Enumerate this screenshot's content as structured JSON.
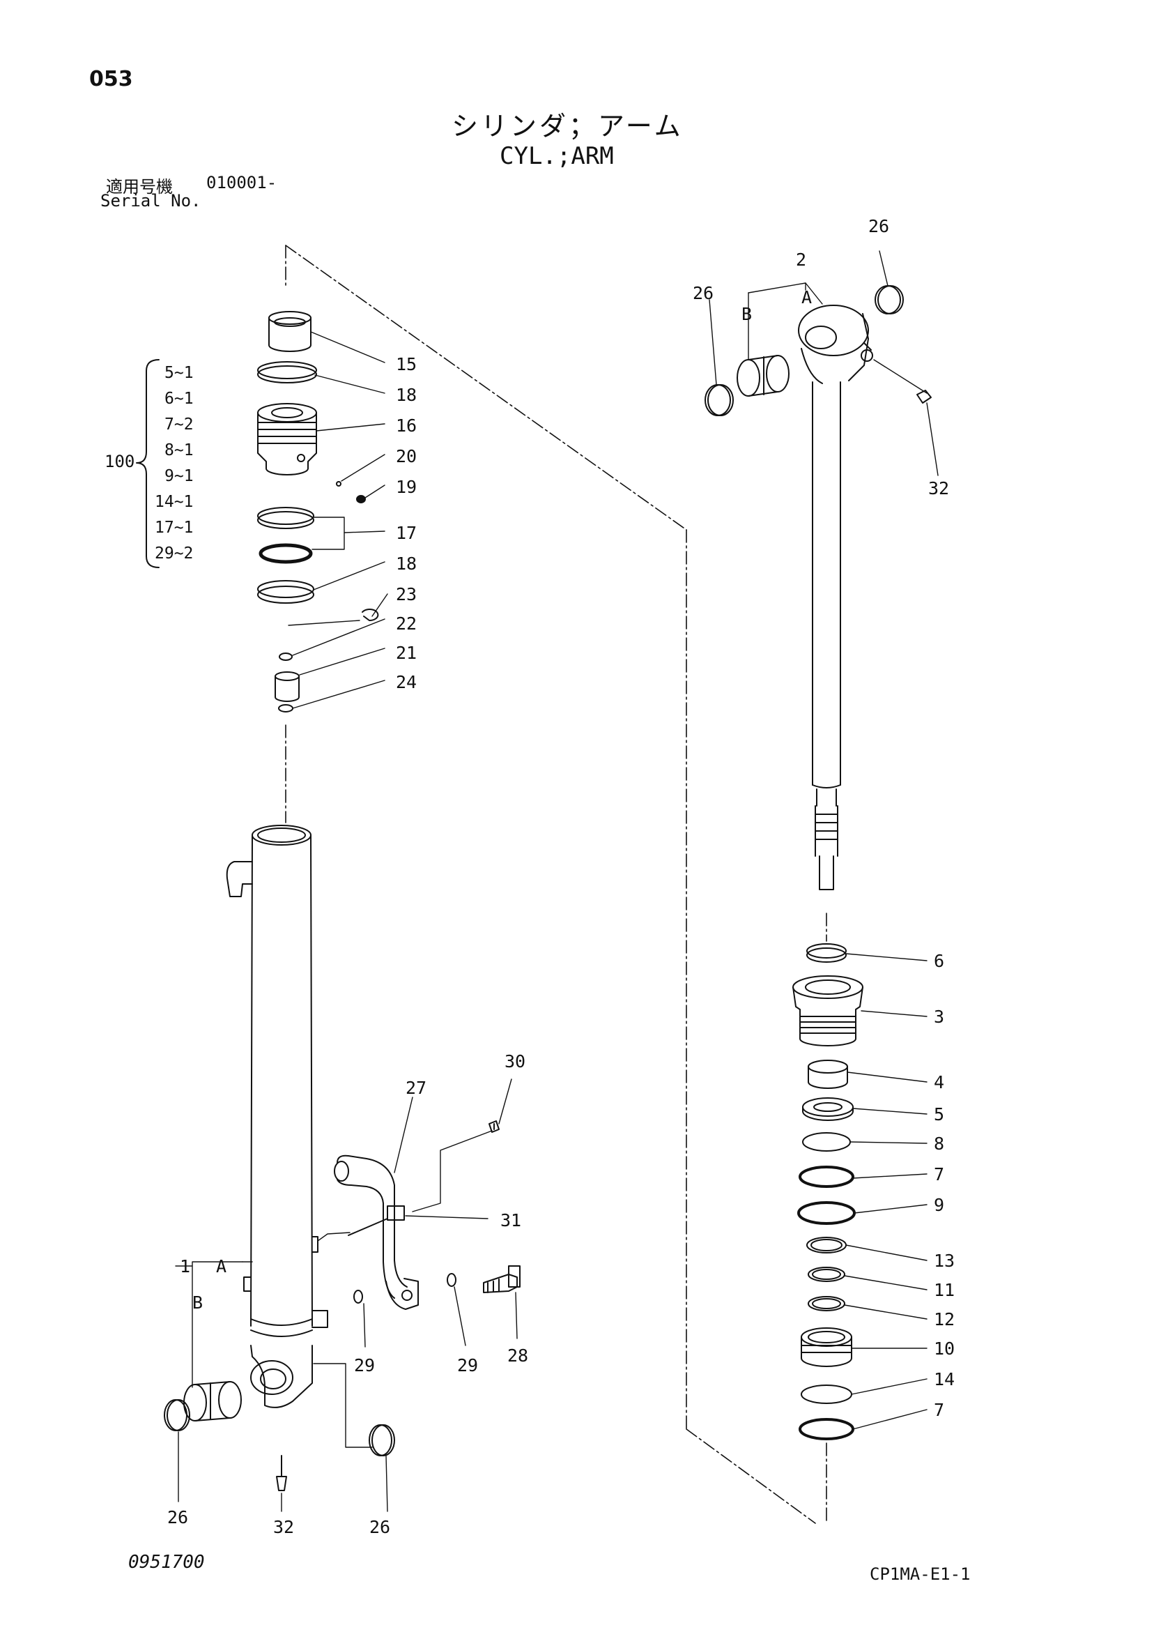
{
  "header": {
    "page_number": "053",
    "title_jp": "シリンダ；アーム",
    "title_en": "CYL.;ARM",
    "serial_label_jp": "適用号機",
    "serial_value": "010001-",
    "serial_label_en": "Serial No."
  },
  "kit": {
    "label": "100",
    "items": [
      "5~1",
      "6~1",
      "7~2",
      "8~1",
      "9~1",
      "14~1",
      "17~1",
      "29~2"
    ]
  },
  "left_callouts": {
    "c15": "15",
    "c18a": "18",
    "c16": "16",
    "c20": "20",
    "c19": "19",
    "c17": "17",
    "c18b": "18",
    "c23": "23",
    "c22": "22",
    "c21": "21",
    "c24": "24",
    "c30": "30",
    "c27": "27",
    "c31": "31",
    "c1": "1",
    "c1a": "A",
    "c1b": "B",
    "c29a": "29",
    "c29b": "29",
    "c28": "28",
    "c26a": "26",
    "c32a": "32",
    "c26b": "26"
  },
  "right_callouts": {
    "c26c": "26",
    "c2": "2",
    "c2a": "A",
    "c2b": "B",
    "c26d": "26",
    "c32b": "32",
    "c6": "6",
    "c3": "3",
    "c4": "4",
    "c5": "5",
    "c8": "8",
    "c7a": "7",
    "c9": "9",
    "c13": "13",
    "c11": "11",
    "c12": "12",
    "c10": "10",
    "c14": "14",
    "c7b": "7"
  },
  "footer": {
    "drawing_number": "0951700",
    "sheet_code": "CP1MA-E1-1"
  }
}
